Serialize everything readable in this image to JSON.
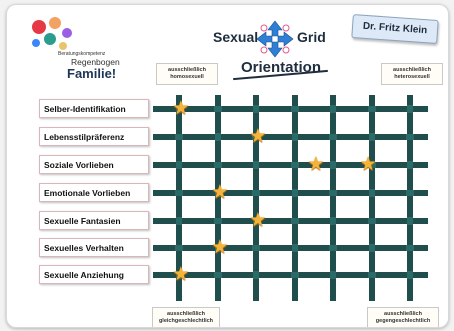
{
  "logo": {
    "line1": "Beratungskompetenz",
    "line2": "Regenbogen",
    "line3": "Familie!",
    "dot_colors": [
      "#e63946",
      "#f4a261",
      "#2a9d8f",
      "#9b5de5",
      "#3a86ff",
      "#e9c46a"
    ]
  },
  "title": {
    "word1": "Sexual",
    "word2": "Grid",
    "word3": "Orientation"
  },
  "badge": "Dr. Fritz Klein",
  "notes": {
    "top_left": [
      "ausschließlich",
      "homosexuell"
    ],
    "top_right": [
      "ausschließlich",
      "heterosexuell"
    ],
    "bottom_left": [
      "ausschließlich",
      "gleichgeschlechtlich"
    ],
    "bottom_right": [
      "ausschließlich",
      "gegengeschlechtlich"
    ]
  },
  "rows": [
    {
      "label": "Selber-Identifikation",
      "star_col": 1
    },
    {
      "label": "Lebensstilpräferenz",
      "star_col": 3
    },
    {
      "label": "Soziale Vorlieben",
      "star_col": 4.5
    },
    {
      "label": "Emotionale Vorlieben",
      "star_col": 2
    },
    {
      "label": "Sexuelle Fantasien",
      "star_col": 3
    },
    {
      "label": "Sexuelles Verhalten",
      "star_col": 2
    },
    {
      "label": "Sexuelle Anziehung",
      "star_col": 1
    }
  ],
  "extra_stars": [
    {
      "row": 2,
      "col": 6
    }
  ],
  "colors": {
    "grid": "#1f4e4d",
    "star": "#f4b43a"
  }
}
